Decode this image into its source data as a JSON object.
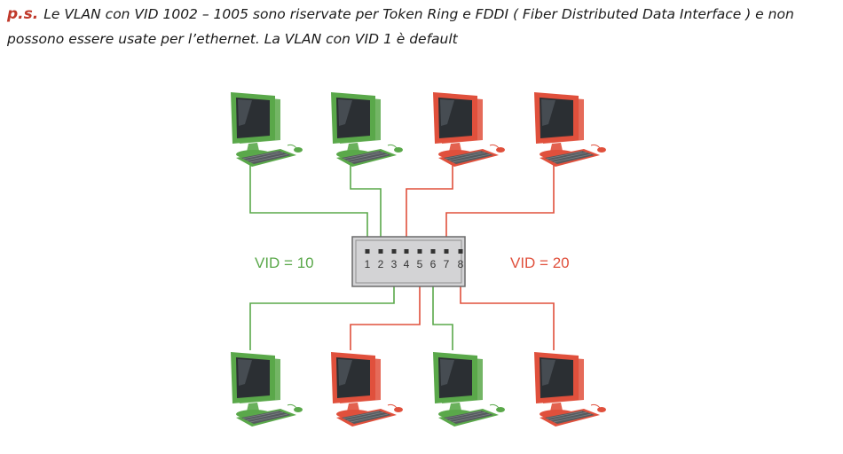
{
  "note": {
    "prefix": "p.s.",
    "text": "Le VLAN con VID 1002 – 1005 sono riservate per Token Ring e FDDI ( Fiber Distributed Data Interface ) e non possono essere usate per l’ethernet. La VLAN con VID 1 è default"
  },
  "colors": {
    "vlan10": "#5aa84a",
    "vlan20": "#e0503c",
    "switch_fill": "#d3d3d5"
  },
  "vlans": [
    {
      "label": "VID = 10",
      "color": "#5aa84a"
    },
    {
      "label": "VID = 20",
      "color": "#e0503c"
    }
  ],
  "ports": [
    "1",
    "2",
    "3",
    "4",
    "5",
    "6",
    "7",
    "8"
  ],
  "computers": [
    {
      "vlan": 10,
      "port": "1",
      "row": "top"
    },
    {
      "vlan": 10,
      "port": "2",
      "row": "top"
    },
    {
      "vlan": 20,
      "port": "4",
      "row": "top"
    },
    {
      "vlan": 20,
      "port": "7",
      "row": "top"
    },
    {
      "vlan": 10,
      "port": "3",
      "row": "bottom"
    },
    {
      "vlan": 20,
      "port": "5",
      "row": "bottom"
    },
    {
      "vlan": 10,
      "port": "6",
      "row": "bottom"
    },
    {
      "vlan": 20,
      "port": "8",
      "row": "bottom"
    }
  ]
}
